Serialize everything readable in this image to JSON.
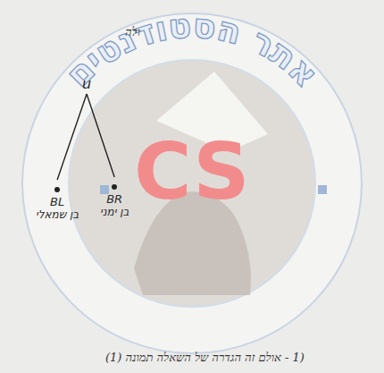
{
  "diagram": {
    "nodes": [
      {
        "text": [
          "u"
        ]
      },
      {
        "text": [
          "BL",
          "בן שמאלי"
        ]
      },
      {
        "text": [
          "BR",
          "בן ימני"
        ]
      }
    ],
    "edges": [
      {
        "from": 0,
        "to": 1,
        "arrow": "none"
      },
      {
        "from": 0,
        "to": 2,
        "arrow": "none"
      }
    ],
    "labels": [
      "אתר הסטודנטים",
      "CS",
      "ולה",
      "(1 - אולם זה הגדרה של השאלה תמונה (1)"
    ]
  }
}
